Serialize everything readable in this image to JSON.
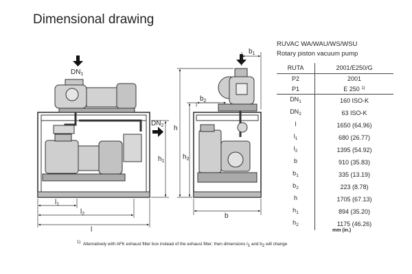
{
  "title": "Dimensional drawing",
  "product": {
    "model": "RUVAC WA/WAU/WS/WSU",
    "description": "Rotary piston vacuum pump"
  },
  "labels": {
    "dn1": "DN",
    "dn1_sub": "1",
    "dn2": "DN",
    "dn2_sub": "2",
    "h": "h",
    "h1": "h",
    "h1_sub": "1",
    "h2": "h",
    "h2_sub": "2",
    "l": "l",
    "l1": "l",
    "l1_sub": "1",
    "l2": "l",
    "l2_sub": "2",
    "b": "b",
    "b1": "b",
    "b1_sub": "1",
    "b2": "b",
    "b2_sub": "2"
  },
  "spec_table": {
    "header": {
      "key": "RUTA",
      "value": "2001/E250/G"
    },
    "group1": [
      {
        "key": "P2",
        "value": "2001"
      },
      {
        "key": "P1",
        "value": "E 250",
        "sup": "1)"
      }
    ],
    "rows": [
      {
        "key": "DN",
        "sub": "1",
        "value": "160 ISO-K"
      },
      {
        "key": "DN",
        "sub": "2",
        "value": "63 ISO-K"
      },
      {
        "key": "l",
        "sub": "",
        "value": "1650 (64.96)"
      },
      {
        "key": "l",
        "sub": "1",
        "value": "680 (26.77)"
      },
      {
        "key": "l",
        "sub": "2",
        "value": "1395 (54.92)"
      },
      {
        "key": "b",
        "sub": "",
        "value": "910 (35.83)"
      },
      {
        "key": "b",
        "sub": "1",
        "value": "335 (13.19)"
      },
      {
        "key": "b",
        "sub": "2",
        "value": "223 (8.78)"
      },
      {
        "key": "h",
        "sub": "",
        "value": "1705 (67.13)"
      },
      {
        "key": "h",
        "sub": "1",
        "value": "894 (35.20)"
      },
      {
        "key": "h",
        "sub": "2",
        "value": "1175 (46.26)"
      }
    ],
    "units": "mm (in.)"
  },
  "footnote": {
    "marker": "1)",
    "text_a": "Alternatively with AFK exhaust filter box instead of the exhaust filter; then dimensions l",
    "sub_a": "1",
    "text_b": " and b",
    "sub_b": "2",
    "text_c": " will change"
  }
}
